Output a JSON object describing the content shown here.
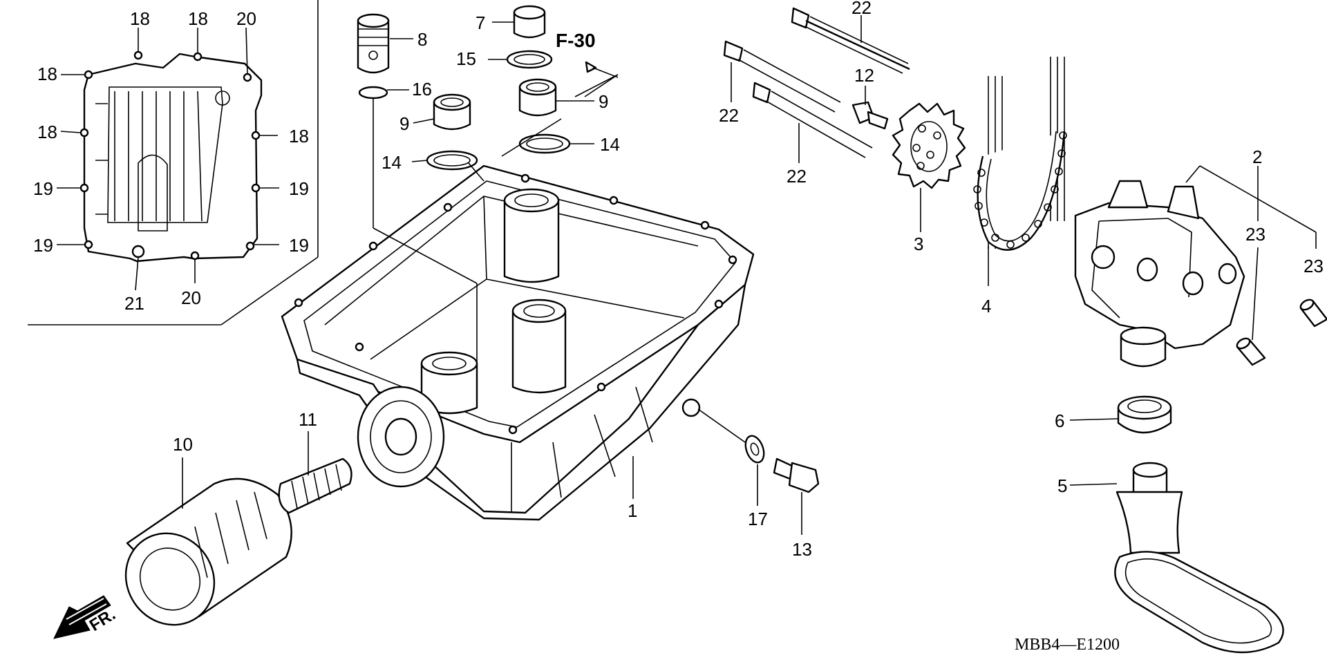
{
  "diagram": {
    "callouts": {
      "c1": "1",
      "c2": "2",
      "c3": "3",
      "c4": "4",
      "c5": "5",
      "c6": "6",
      "c7": "7",
      "c8": "8",
      "c9a": "9",
      "c9b": "9",
      "c10": "10",
      "c11": "11",
      "c12": "12",
      "c13": "13",
      "c14a": "14",
      "c14b": "14",
      "c15": "15",
      "c16": "16",
      "c17": "17",
      "c18a": "18",
      "c18b": "18",
      "c18c": "18",
      "c18d": "18",
      "c18e": "18",
      "c19a": "19",
      "c19b": "19",
      "c19c": "19",
      "c19d": "19",
      "c20a": "20",
      "c20b": "20",
      "c21": "21",
      "c22a": "22",
      "c22b": "22",
      "c22c": "22",
      "c23a": "23",
      "c23b": "23"
    },
    "ref_section": "F-30",
    "front_marker": "FR.",
    "figure_code": "MBB4—E1200"
  }
}
